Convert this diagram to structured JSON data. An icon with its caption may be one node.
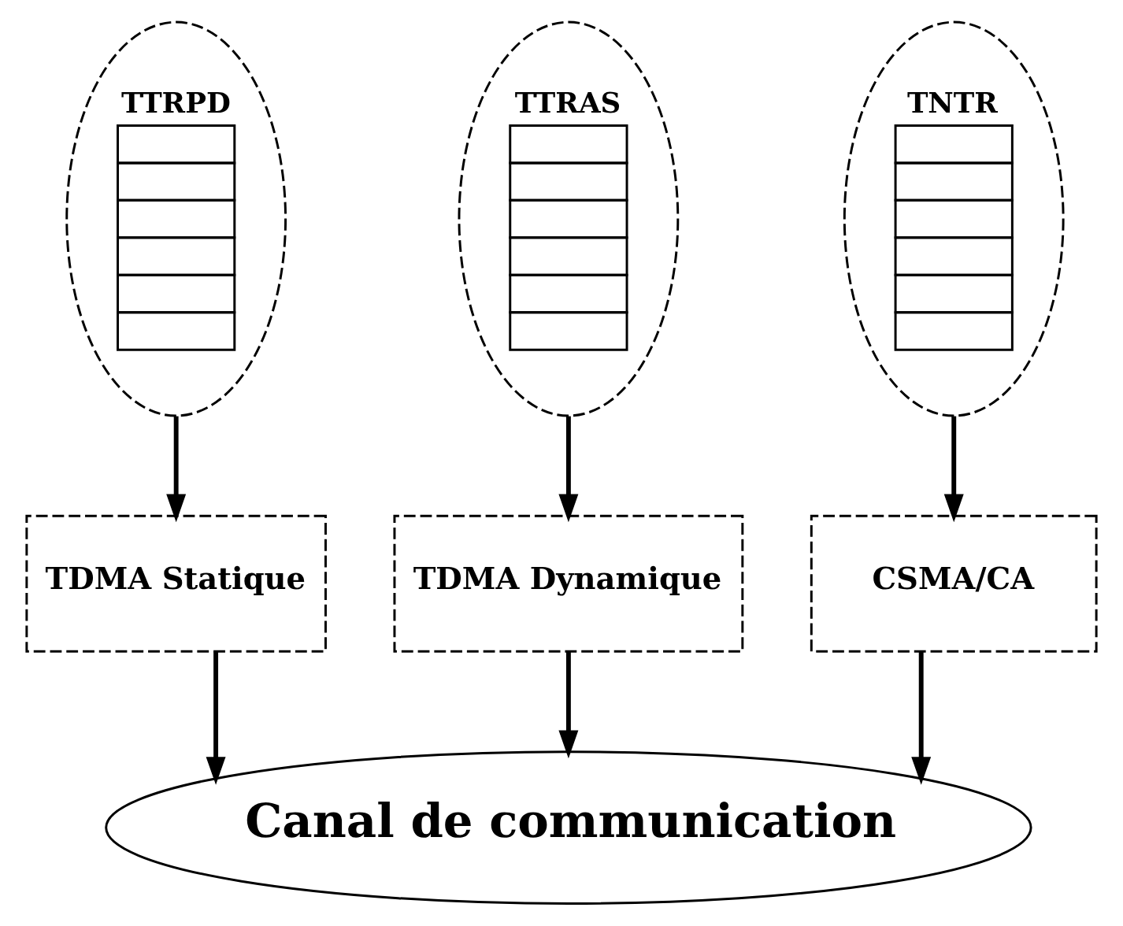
{
  "diagram": {
    "nodes": [
      {
        "text": [
          "TTRPD"
        ]
      },
      {
        "text": [
          "TTRAS"
        ]
      },
      {
        "text": [
          "TNTR"
        ]
      },
      {
        "text": [
          "TDMA Statique"
        ]
      },
      {
        "text": [
          "TDMA Dynamique"
        ]
      },
      {
        "text": [
          "CSMA/CA"
        ]
      },
      {
        "text": [
          "Canal de communication"
        ]
      }
    ],
    "edges": [
      {
        "from": 0,
        "to": 3,
        "arrow": "to"
      },
      {
        "from": 1,
        "to": 4,
        "arrow": "to"
      },
      {
        "from": 2,
        "to": 5,
        "arrow": "to"
      },
      {
        "from": 3,
        "to": 6,
        "arrow": "to"
      },
      {
        "from": 4,
        "to": 6,
        "arrow": "to"
      },
      {
        "from": 5,
        "to": 6,
        "arrow": "to"
      }
    ]
  }
}
